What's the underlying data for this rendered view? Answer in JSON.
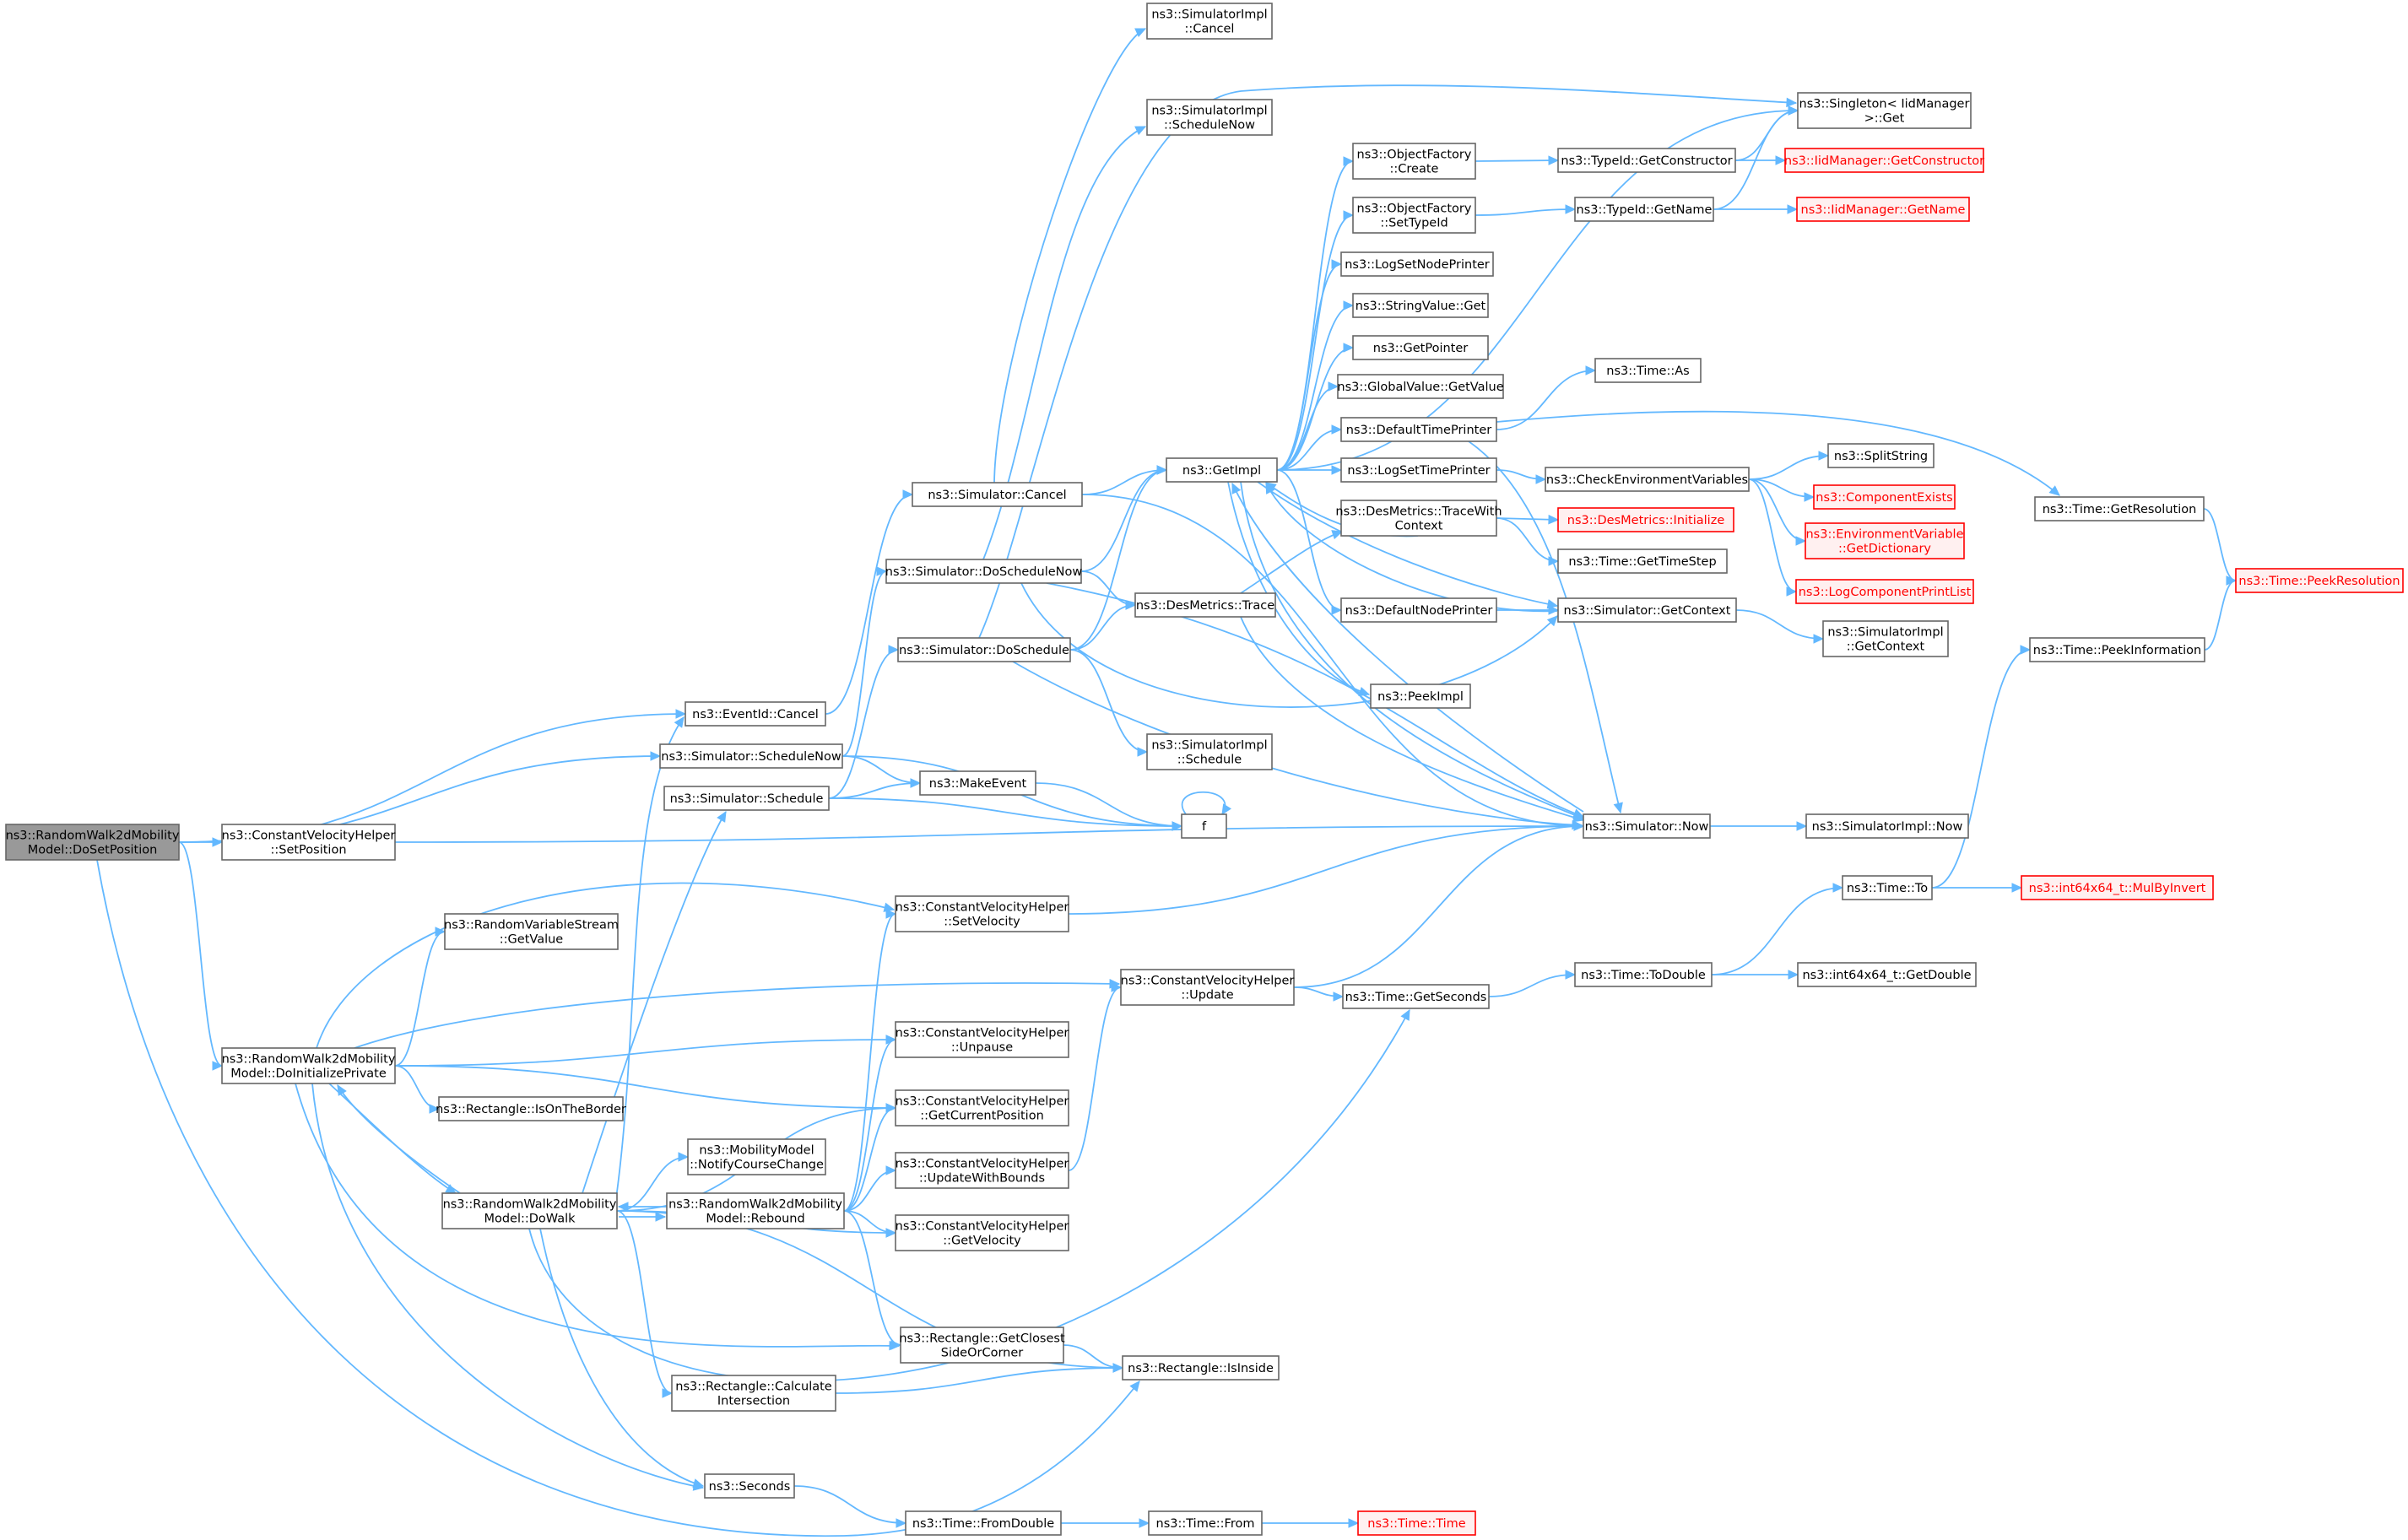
{
  "colors": {
    "edge": "#63b8ff",
    "node_border": "#666666",
    "node_fill": "#ffffff",
    "root_fill": "#999999",
    "external_border": "#ff0000",
    "external_fill": "#fff0f0",
    "external_text": "#ff0000"
  },
  "nodes": [
    {
      "id": "root",
      "lines": [
        "ns3::RandomWalk2dMobility",
        "Model::DoSetPosition"
      ],
      "kind": "root"
    },
    {
      "id": "cvh_setpos",
      "lines": [
        "ns3::ConstantVelocityHelper",
        "::SetPosition"
      ]
    },
    {
      "id": "eventid_cancel",
      "lines": [
        "ns3::EventId::Cancel"
      ]
    },
    {
      "id": "sim_schedulenow",
      "lines": [
        "ns3::Simulator::ScheduleNow"
      ]
    },
    {
      "id": "sim_schedule",
      "lines": [
        "ns3::Simulator::Schedule"
      ]
    },
    {
      "id": "sim_cancel",
      "lines": [
        "ns3::Simulator::Cancel"
      ]
    },
    {
      "id": "sim_doschedulenow",
      "lines": [
        "ns3::Simulator::DoScheduleNow"
      ]
    },
    {
      "id": "sim_doschedule",
      "lines": [
        "ns3::Simulator::DoSchedule"
      ]
    },
    {
      "id": "simimpl_cancel",
      "lines": [
        "ns3::SimulatorImpl",
        "::Cancel"
      ]
    },
    {
      "id": "simimpl_schedulenow",
      "lines": [
        "ns3::SimulatorImpl",
        "::ScheduleNow"
      ]
    },
    {
      "id": "simimpl_schedule",
      "lines": [
        "ns3::SimulatorImpl",
        "::Schedule"
      ]
    },
    {
      "id": "getimpl",
      "lines": [
        "ns3::GetImpl"
      ]
    },
    {
      "id": "desmetrics_trace",
      "lines": [
        "ns3::DesMetrics::Trace"
      ]
    },
    {
      "id": "makeevent",
      "lines": [
        "ns3::MakeEvent"
      ]
    },
    {
      "id": "f",
      "lines": [
        "f"
      ]
    },
    {
      "id": "objfactory_create",
      "lines": [
        "ns3::ObjectFactory",
        "::Create"
      ]
    },
    {
      "id": "objfactory_settypeid",
      "lines": [
        "ns3::ObjectFactory",
        "::SetTypeId"
      ]
    },
    {
      "id": "logsetnodeprinter",
      "lines": [
        "ns3::LogSetNodePrinter"
      ]
    },
    {
      "id": "stringvalue_get",
      "lines": [
        "ns3::StringValue::Get"
      ]
    },
    {
      "id": "getpointer",
      "lines": [
        "ns3::GetPointer"
      ]
    },
    {
      "id": "globalvalue_getvalue",
      "lines": [
        "ns3::GlobalValue::GetValue"
      ]
    },
    {
      "id": "defaulttimeprinter",
      "lines": [
        "ns3::DefaultTimePrinter"
      ]
    },
    {
      "id": "logsettimeprinter",
      "lines": [
        "ns3::LogSetTimePrinter"
      ]
    },
    {
      "id": "desmetrics_tracewithcontext",
      "lines": [
        "ns3::DesMetrics::TraceWith",
        "Context"
      ]
    },
    {
      "id": "defaultnodeprinter",
      "lines": [
        "ns3::DefaultNodePrinter"
      ]
    },
    {
      "id": "peekimpl",
      "lines": [
        "ns3::PeekImpl"
      ]
    },
    {
      "id": "typeid_getconstructor",
      "lines": [
        "ns3::TypeId::GetConstructor"
      ]
    },
    {
      "id": "typeid_getname",
      "lines": [
        "ns3::TypeId::GetName"
      ]
    },
    {
      "id": "time_as",
      "lines": [
        "ns3::Time::As"
      ]
    },
    {
      "id": "checkenvvars",
      "lines": [
        "ns3::CheckEnvironmentVariables"
      ]
    },
    {
      "id": "desmetrics_initialize",
      "lines": [
        "ns3::DesMetrics::Initialize"
      ],
      "kind": "external"
    },
    {
      "id": "time_gettimestep",
      "lines": [
        "ns3::Time::GetTimeStep"
      ]
    },
    {
      "id": "sim_getcontext",
      "lines": [
        "ns3::Simulator::GetContext"
      ]
    },
    {
      "id": "sim_now",
      "lines": [
        "ns3::Simulator::Now"
      ]
    },
    {
      "id": "singleton_get",
      "lines": [
        "ns3::Singleton< IidManager",
        "  >::Get"
      ]
    },
    {
      "id": "iidmanager_getconstructor",
      "lines": [
        "ns3::IidManager::GetConstructor"
      ],
      "kind": "external"
    },
    {
      "id": "iidmanager_getname",
      "lines": [
        "ns3::IidManager::GetName"
      ],
      "kind": "external"
    },
    {
      "id": "splitstring",
      "lines": [
        "ns3::SplitString"
      ]
    },
    {
      "id": "componentexists",
      "lines": [
        "ns3::ComponentExists"
      ],
      "kind": "external"
    },
    {
      "id": "envvar_getdictionary",
      "lines": [
        "ns3::EnvironmentVariable",
        "::GetDictionary"
      ],
      "kind": "external"
    },
    {
      "id": "logcomponentprintlist",
      "lines": [
        "ns3::LogComponentPrintList"
      ],
      "kind": "external"
    },
    {
      "id": "simimpl_getcontext",
      "lines": [
        "ns3::SimulatorImpl",
        "::GetContext"
      ]
    },
    {
      "id": "simimpl_now",
      "lines": [
        "ns3::SimulatorImpl::Now"
      ]
    },
    {
      "id": "time_getresolution",
      "lines": [
        "ns3::Time::GetResolution"
      ]
    },
    {
      "id": "time_peekresolution",
      "lines": [
        "ns3::Time::PeekResolution"
      ],
      "kind": "external"
    },
    {
      "id": "time_peekinformation",
      "lines": [
        "ns3::Time::PeekInformation"
      ]
    },
    {
      "id": "time_to",
      "lines": [
        "ns3::Time::To"
      ]
    },
    {
      "id": "int64_mulbyinvert",
      "lines": [
        "ns3::int64x64_t::MulByInvert"
      ],
      "kind": "external"
    },
    {
      "id": "time_todouble",
      "lines": [
        "ns3::Time::ToDouble"
      ]
    },
    {
      "id": "int64_getdouble",
      "lines": [
        "ns3::int64x64_t::GetDouble"
      ]
    },
    {
      "id": "time_getseconds",
      "lines": [
        "ns3::Time::GetSeconds"
      ]
    },
    {
      "id": "cvh_update",
      "lines": [
        "ns3::ConstantVelocityHelper",
        "::Update"
      ]
    },
    {
      "id": "cvh_setvelocity",
      "lines": [
        "ns3::ConstantVelocityHelper",
        "::SetVelocity"
      ]
    },
    {
      "id": "rv_getvalue",
      "lines": [
        "ns3::RandomVariableStream",
        "::GetValue"
      ]
    },
    {
      "id": "rw_doinitializeprivate",
      "lines": [
        "ns3::RandomWalk2dMobility",
        "Model::DoInitializePrivate"
      ]
    },
    {
      "id": "cvh_unpause",
      "lines": [
        "ns3::ConstantVelocityHelper",
        "::Unpause"
      ]
    },
    {
      "id": "cvh_getcurrentposition",
      "lines": [
        "ns3::ConstantVelocityHelper",
        "::GetCurrentPosition"
      ]
    },
    {
      "id": "rect_isontheborder",
      "lines": [
        "ns3::Rectangle::IsOnTheBorder"
      ]
    },
    {
      "id": "mm_notifycoursechange",
      "lines": [
        "ns3::MobilityModel",
        "::NotifyCourseChange"
      ]
    },
    {
      "id": "cvh_updatewithbounds",
      "lines": [
        "ns3::ConstantVelocityHelper",
        "::UpdateWithBounds"
      ]
    },
    {
      "id": "rw_dowalk",
      "lines": [
        "ns3::RandomWalk2dMobility",
        "Model::DoWalk"
      ]
    },
    {
      "id": "rw_rebound",
      "lines": [
        "ns3::RandomWalk2dMobility",
        "Model::Rebound"
      ]
    },
    {
      "id": "cvh_getvelocity",
      "lines": [
        "ns3::ConstantVelocityHelper",
        "::GetVelocity"
      ]
    },
    {
      "id": "rect_getclosestsideorcorner",
      "lines": [
        "ns3::Rectangle::GetClosest",
        "SideOrCorner"
      ]
    },
    {
      "id": "rect_isinside",
      "lines": [
        "ns3::Rectangle::IsInside"
      ]
    },
    {
      "id": "rect_calculateintersection",
      "lines": [
        "ns3::Rectangle::Calculate",
        "Intersection"
      ]
    },
    {
      "id": "seconds",
      "lines": [
        "ns3::Seconds"
      ]
    },
    {
      "id": "time_fromdouble",
      "lines": [
        "ns3::Time::FromDouble"
      ]
    },
    {
      "id": "time_from",
      "lines": [
        "ns3::Time::From"
      ]
    },
    {
      "id": "time_time",
      "lines": [
        "ns3::Time::Time"
      ],
      "kind": "external"
    }
  ],
  "edges": [
    [
      "root",
      "cvh_setpos"
    ],
    [
      "root",
      "eventid_cancel"
    ],
    [
      "root",
      "sim_schedulenow"
    ],
    [
      "root",
      "rw_doinitializeprivate"
    ],
    [
      "root",
      "rect_isinside"
    ],
    [
      "cvh_setpos",
      "sim_now"
    ],
    [
      "eventid_cancel",
      "sim_cancel"
    ],
    [
      "sim_schedulenow",
      "sim_doschedulenow"
    ],
    [
      "sim_schedulenow",
      "makeevent"
    ],
    [
      "sim_schedulenow",
      "f"
    ],
    [
      "sim_schedule",
      "sim_doschedule"
    ],
    [
      "sim_schedule",
      "makeevent"
    ],
    [
      "sim_schedule",
      "f"
    ],
    [
      "sim_cancel",
      "simimpl_cancel"
    ],
    [
      "sim_cancel",
      "getimpl"
    ],
    [
      "sim_cancel",
      "sim_now"
    ],
    [
      "sim_doschedulenow",
      "simimpl_schedulenow"
    ],
    [
      "sim_doschedulenow",
      "getimpl"
    ],
    [
      "sim_doschedulenow",
      "desmetrics_trace"
    ],
    [
      "sim_doschedulenow",
      "sim_getcontext"
    ],
    [
      "sim_doschedulenow",
      "sim_now"
    ],
    [
      "sim_doschedule",
      "getimpl"
    ],
    [
      "sim_doschedule",
      "desmetrics_trace"
    ],
    [
      "sim_doschedule",
      "simimpl_schedule"
    ],
    [
      "sim_doschedule",
      "sim_now"
    ],
    [
      "sim_doschedule",
      "singleton_get"
    ],
    [
      "desmetrics_trace",
      "desmetrics_tracewithcontext"
    ],
    [
      "desmetrics_trace",
      "sim_now"
    ],
    [
      "makeevent",
      "f"
    ],
    [
      "f",
      "f"
    ],
    [
      "getimpl",
      "objfactory_create"
    ],
    [
      "getimpl",
      "objfactory_settypeid"
    ],
    [
      "getimpl",
      "logsetnodeprinter"
    ],
    [
      "getimpl",
      "stringvalue_get"
    ],
    [
      "getimpl",
      "getpointer"
    ],
    [
      "getimpl",
      "globalvalue_getvalue"
    ],
    [
      "getimpl",
      "defaulttimeprinter"
    ],
    [
      "getimpl",
      "logsettimeprinter"
    ],
    [
      "getimpl",
      "defaultnodeprinter"
    ],
    [
      "getimpl",
      "peekimpl"
    ],
    [
      "getimpl",
      "singleton_get"
    ],
    [
      "getimpl",
      "sim_getcontext"
    ],
    [
      "getimpl",
      "sim_now"
    ],
    [
      "objfactory_create",
      "typeid_getconstructor"
    ],
    [
      "objfactory_settypeid",
      "typeid_getname"
    ],
    [
      "typeid_getconstructor",
      "singleton_get"
    ],
    [
      "typeid_getconstructor",
      "iidmanager_getconstructor"
    ],
    [
      "typeid_getname",
      "singleton_get"
    ],
    [
      "typeid_getname",
      "iidmanager_getname"
    ],
    [
      "defaulttimeprinter",
      "time_as"
    ],
    [
      "defaulttimeprinter",
      "time_getresolution"
    ],
    [
      "defaulttimeprinter",
      "sim_now"
    ],
    [
      "logsettimeprinter",
      "checkenvvars"
    ],
    [
      "checkenvvars",
      "splitstring"
    ],
    [
      "checkenvvars",
      "componentexists"
    ],
    [
      "checkenvvars",
      "envvar_getdictionary"
    ],
    [
      "checkenvvars",
      "logcomponentprintlist"
    ],
    [
      "desmetrics_tracewithcontext",
      "desmetrics_initialize"
    ],
    [
      "desmetrics_tracewithcontext",
      "time_gettimestep"
    ],
    [
      "desmetrics_tracewithcontext",
      "getimpl"
    ],
    [
      "defaultnodeprinter",
      "sim_getcontext"
    ],
    [
      "sim_getcontext",
      "getimpl"
    ],
    [
      "sim_getcontext",
      "simimpl_getcontext"
    ],
    [
      "sim_now",
      "getimpl"
    ],
    [
      "sim_now",
      "simimpl_now"
    ],
    [
      "time_getresolution",
      "time_peekresolution"
    ],
    [
      "time_peekinformation",
      "time_peekresolution"
    ],
    [
      "time_to",
      "time_peekinformation"
    ],
    [
      "time_to",
      "int64_mulbyinvert"
    ],
    [
      "time_todouble",
      "time_to"
    ],
    [
      "time_todouble",
      "int64_getdouble"
    ],
    [
      "time_getseconds",
      "time_todouble"
    ],
    [
      "cvh_update",
      "sim_now"
    ],
    [
      "cvh_update",
      "time_getseconds"
    ],
    [
      "cvh_setvelocity",
      "sim_now"
    ],
    [
      "rw_doinitializeprivate",
      "cvh_setvelocity"
    ],
    [
      "rw_doinitializeprivate",
      "rv_getvalue"
    ],
    [
      "rw_doinitializeprivate",
      "cvh_update"
    ],
    [
      "rw_doinitializeprivate",
      "cvh_unpause"
    ],
    [
      "rw_doinitializeprivate",
      "cvh_getcurrentposition"
    ],
    [
      "rw_doinitializeprivate",
      "rect_isontheborder"
    ],
    [
      "rw_doinitializeprivate",
      "rw_dowalk"
    ],
    [
      "rw_doinitializeprivate",
      "rect_getclosestsideorcorner"
    ],
    [
      "rw_doinitializeprivate",
      "seconds"
    ],
    [
      "rw_dowalk",
      "eventid_cancel"
    ],
    [
      "rw_dowalk",
      "sim_schedule"
    ],
    [
      "rw_dowalk",
      "rw_doinitializeprivate"
    ],
    [
      "rw_dowalk",
      "cvh_getcurrentposition"
    ],
    [
      "rw_dowalk",
      "mm_notifycoursechange"
    ],
    [
      "rw_dowalk",
      "rw_rebound"
    ],
    [
      "rw_dowalk",
      "cvh_getvelocity"
    ],
    [
      "rw_dowalk",
      "rect_isinside"
    ],
    [
      "rw_dowalk",
      "rect_calculateintersection"
    ],
    [
      "rw_dowalk",
      "seconds"
    ],
    [
      "rw_dowalk",
      "time_getseconds"
    ],
    [
      "rw_rebound",
      "rw_dowalk"
    ],
    [
      "rw_rebound",
      "cvh_setvelocity"
    ],
    [
      "rw_rebound",
      "cvh_unpause"
    ],
    [
      "rw_rebound",
      "cvh_getcurrentposition"
    ],
    [
      "rw_rebound",
      "cvh_updatewithbounds"
    ],
    [
      "rw_rebound",
      "cvh_getvelocity"
    ],
    [
      "rw_rebound",
      "rect_getclosestsideorcorner"
    ],
    [
      "cvh_updatewithbounds",
      "cvh_update"
    ],
    [
      "rect_getclosestsideorcorner",
      "rect_isinside"
    ],
    [
      "rect_calculateintersection",
      "rect_isinside"
    ],
    [
      "seconds",
      "time_fromdouble"
    ],
    [
      "time_fromdouble",
      "time_from"
    ],
    [
      "time_from",
      "time_time"
    ]
  ]
}
